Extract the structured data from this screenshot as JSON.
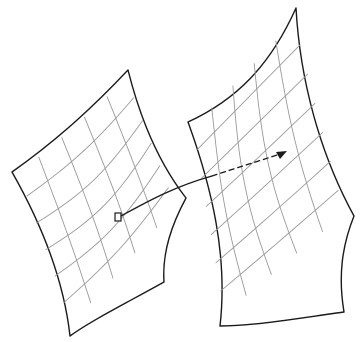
{
  "colors": {
    "outline": "#1a1a1a",
    "grid": "#9a9a9a",
    "background": "#ffffff"
  },
  "surfaces": [
    {
      "name": "source-surface",
      "grid_columns": 5,
      "grid_rows": 6
    },
    {
      "name": "target-surface",
      "grid_columns": 5,
      "grid_rows": 7
    }
  ],
  "mapping": {
    "source_marker": "small-square-icon",
    "connector": "curved-arrow",
    "connector_style": "solid-then-dashed",
    "arrow_head": "arrowhead-icon"
  }
}
